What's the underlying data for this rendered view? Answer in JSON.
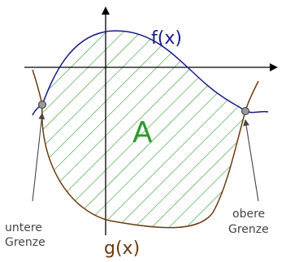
{
  "labels": {
    "f": "f(x)",
    "g": "g(x)",
    "area": "A",
    "lower_line1": "untere",
    "lower_line2": "Grenze",
    "upper_line1": "obere",
    "upper_line2": "Grenze"
  },
  "colors": {
    "f_curve": "#1a1a8c",
    "g_curve": "#6b3a10",
    "hatch": "#2e9a2e",
    "area_label": "#2e9a2e",
    "g_label": "#6b3a10",
    "f_label": "#1a1a8c",
    "axes": "#000000",
    "annotation": "#444444",
    "point_fill": "#999999"
  }
}
